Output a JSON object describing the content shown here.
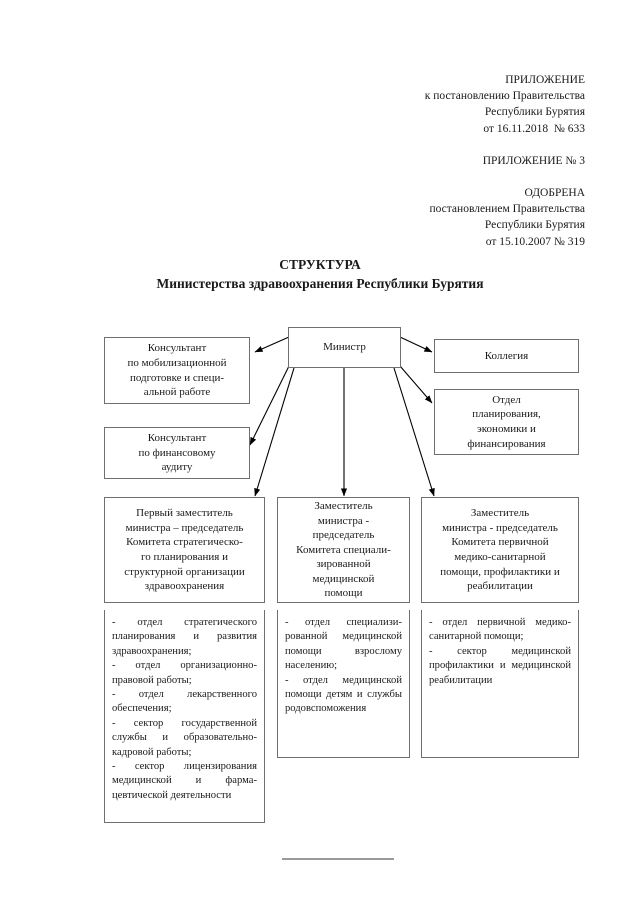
{
  "document": {
    "header": {
      "group1": [
        "ПРИЛОЖЕНИЕ",
        "к постановлению Правительства",
        "Республики Бурятия",
        "от 16.11.2018  № 633"
      ],
      "group2": [
        "ПРИЛОЖЕНИЕ № 3"
      ],
      "group3": [
        "ОДОБРЕНА",
        "постановлением Правительства",
        "Республики Бурятия",
        "от 15.10.2007 № 319"
      ]
    },
    "title": {
      "line1": "СТРУКТУРА",
      "line2": "Министерства здравоохранения Республики Бурятия"
    }
  },
  "chart_data": {
    "type": "diagram",
    "title": "СТРУКТУРА Министерства здравоохранения Республики Бурятия",
    "nodes": {
      "minister": {
        "id": "minister",
        "lines": [
          "Министр"
        ]
      },
      "consultant_mobilization": {
        "id": "consultant-mobilization",
        "lines": [
          "Консультант",
          "по мобилизационной",
          "подготовке и специ-",
          "альной работе"
        ]
      },
      "consultant_audit": {
        "id": "consultant-audit",
        "lines": [
          "Консультант",
          "по финансовому",
          "аудиту"
        ]
      },
      "collegium": {
        "id": "collegium",
        "lines": [
          "Коллегия"
        ]
      },
      "planning_department": {
        "id": "planning-department",
        "lines": [
          "Отдел",
          "планирования,",
          "экономики и",
          "финансирования"
        ]
      },
      "deputy_first": {
        "id": "deputy-first",
        "lines": [
          "Первый заместитель",
          "министра – председатель",
          "Комитета стратегическо-",
          "го планирования и",
          "структурной организации",
          "здравоохранения"
        ]
      },
      "deputy_specialized": {
        "id": "deputy-specialized",
        "lines": [
          "Заместитель",
          "министра -",
          "председатель",
          "Комитета специали-",
          "зированной",
          "медицинской",
          "помощи"
        ]
      },
      "deputy_primary": {
        "id": "deputy-primary",
        "lines": [
          "Заместитель",
          "министра - председатель",
          "Комитета первичной",
          "медико-санитарной",
          "помощи, профилактики и",
          "реабилитации"
        ]
      }
    },
    "lists": {
      "list_first": {
        "id": "list-first",
        "text": "- отдел стратегического планирования и развития здравоохранения;\n- отдел организационно-правовой работы;\n- отдел лекарственного обеспечения;\n- сектор государственной службы и образователь­но-кадровой работы;\n- сектор лицензирования медицинской и фарма­цевтической деятельно­сти",
        "items": [
          "- отдел стратегического планирования и развития здравоохранения;",
          "- отдел организационно-правовой работы;",
          "- отдел лекарственного обеспечения;",
          "- сектор государственной службы и образователь­но-кадровой работы;",
          "- сектор лицензирования медицинской и фарма­цевтической деятельно­сти"
        ]
      },
      "list_specialized": {
        "id": "list-specialized",
        "text": "- отдел специализи­рованной медицин­ской помощи взрос­лому населению;\n- отдел медицинской помощи детям и службы родовспо­можения",
        "items": [
          "- отдел специализи­рованной медицин­ской помощи взрос­лому населению;",
          "- отдел медицинской помощи детям и службы родовспо­можения"
        ]
      },
      "list_primary": {
        "id": "list-primary",
        "text": "- отдел первичной меди­ко-санитарной помощи;\n- сектор медицинской профилактики и меди­цинской реабилитации",
        "items": [
          "- отдел первичной меди­ко-санитарной помощи;",
          "- сектор медицинской профилактики и меди­цинской реабилитации"
        ]
      }
    },
    "edges": [
      {
        "from": "minister",
        "to": "consultant-mobilization"
      },
      {
        "from": "minister",
        "to": "consultant-audit"
      },
      {
        "from": "minister",
        "to": "collegium"
      },
      {
        "from": "minister",
        "to": "planning-department"
      },
      {
        "from": "minister",
        "to": "deputy-first"
      },
      {
        "from": "minister",
        "to": "deputy-specialized"
      },
      {
        "from": "minister",
        "to": "deputy-primary"
      }
    ],
    "colors": {
      "box_border": "#6f6f6f",
      "arrow": "#000000",
      "text": "#1a1a1a",
      "rule": "#9a9a9a",
      "background": "#ffffff"
    }
  }
}
